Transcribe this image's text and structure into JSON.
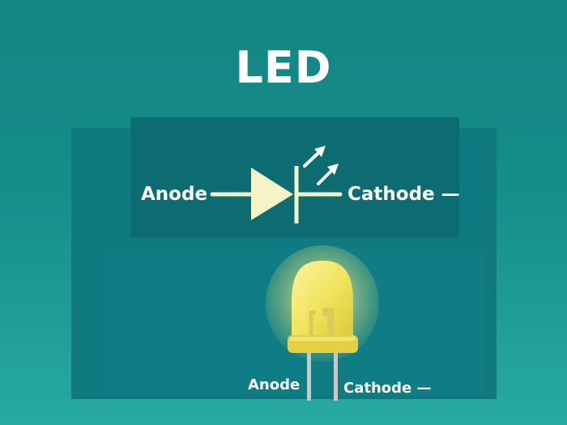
{
  "title": "LED",
  "symbol": {
    "anode_label": "Anode",
    "cathode_label": "Cathode —"
  },
  "component": {
    "anode_label": "Anode",
    "cathode_label": "Cathode —"
  },
  "colors": {
    "background": "#158e8a",
    "panel": "#0c6c72",
    "symbol_fill": "#f4f4c8",
    "led_body": "#f2e560",
    "led_rim": "#e6cf45",
    "lead": "#c8c8c8"
  },
  "icons": [
    "diode-triangle-icon",
    "emission-arrow-icon",
    "led-bulb-icon"
  ]
}
